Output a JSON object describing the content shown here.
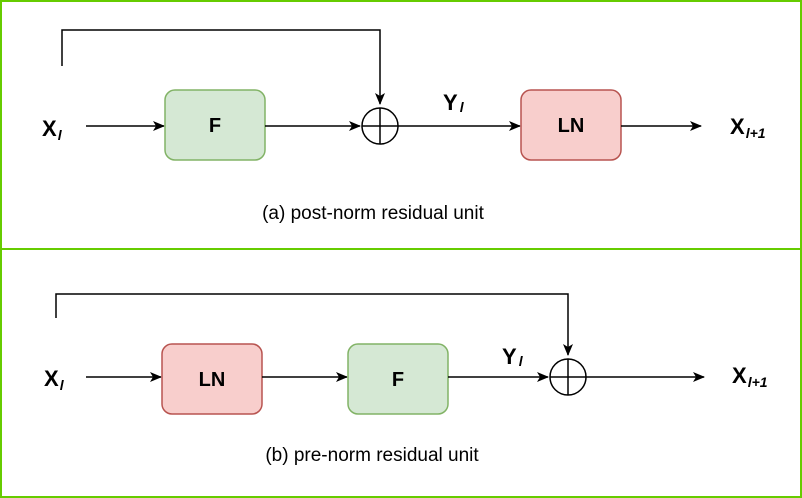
{
  "colors": {
    "panel_border": "#66cc00",
    "f_block_fill": "#d5e8d4",
    "f_block_stroke": "#82b366",
    "ln_block_fill": "#f8cecc",
    "ln_block_stroke": "#b85450"
  },
  "panel_a": {
    "input_var": "X",
    "input_sub": "l",
    "block1": "F",
    "mid_var": "Y",
    "mid_sub": "l",
    "block2": "LN",
    "output_var": "X",
    "output_sub": "l+1",
    "caption": "(a) post-norm residual unit"
  },
  "panel_b": {
    "input_var": "X",
    "input_sub": "l",
    "block1": "LN",
    "block2": "F",
    "mid_var": "Y",
    "mid_sub": "l",
    "output_var": "X",
    "output_sub": "l+1",
    "caption": "(b) pre-norm residual unit"
  }
}
